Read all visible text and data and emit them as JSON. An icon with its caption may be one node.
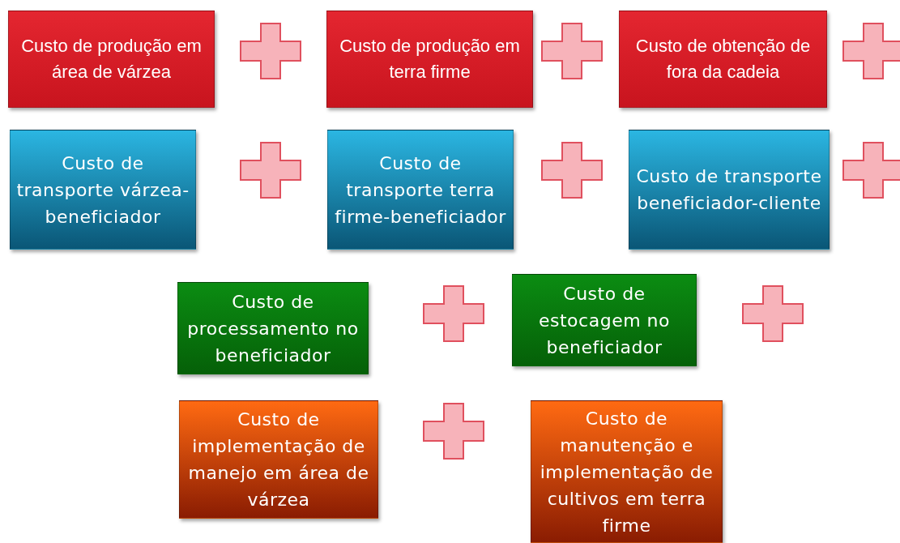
{
  "diagram": {
    "nodes": [
      {
        "text": [
          "Custo de produção em área de várzea"
        ]
      },
      {
        "text": [
          "Custo de produção em terra firme"
        ]
      },
      {
        "text": [
          "Custo de obtenção de fora da cadeia"
        ]
      },
      {
        "text": [
          "Custo de transporte várzea-beneficiador"
        ]
      },
      {
        "text": [
          "Custo de transporte terra firme-beneficiador"
        ]
      },
      {
        "text": [
          "Custo de transporte beneficiador-cliente"
        ]
      },
      {
        "text": [
          "Custo de processamento no beneficiador"
        ]
      },
      {
        "text": [
          "Custo de estocagem no beneficiador"
        ]
      },
      {
        "text": [
          "Custo de implementação de manejo em área de várzea"
        ]
      },
      {
        "text": [
          "Custo de manutenção e implementação de cultivos em terra firme"
        ]
      }
    ]
  }
}
